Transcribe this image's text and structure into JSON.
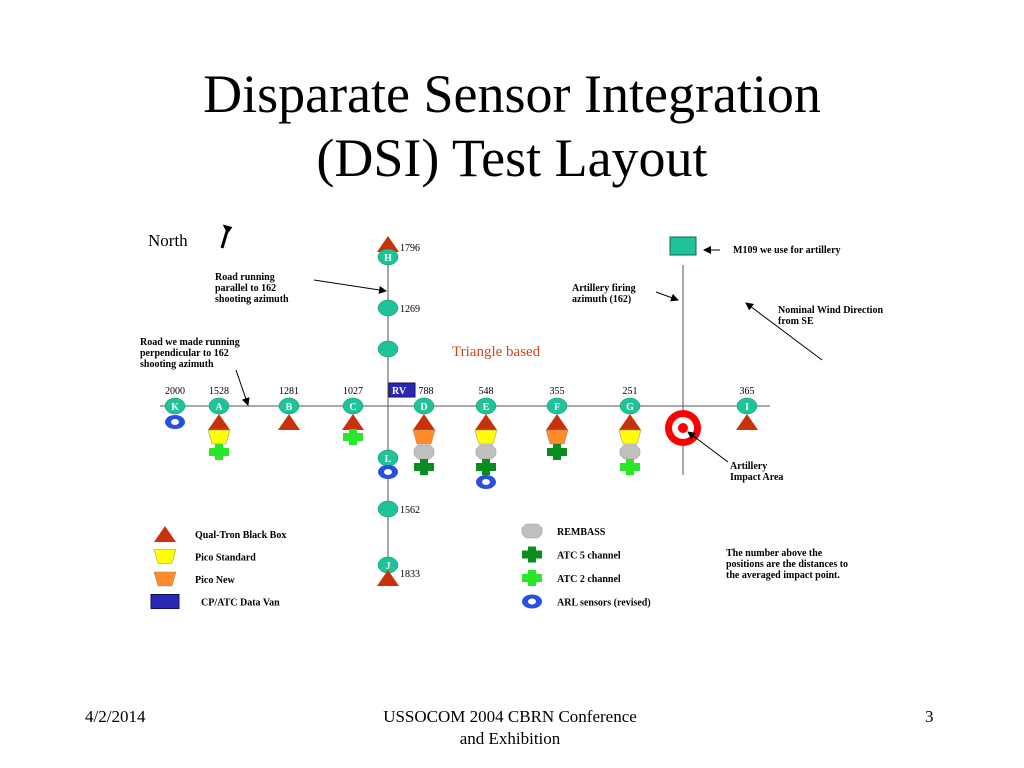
{
  "slide": {
    "title_line1": "Disparate Sensor Integration",
    "title_line2": "(DSI) Test Layout",
    "footer_date": "4/2/2014",
    "footer_center_line1": "USSOCOM 2004 CBRN Conference",
    "footer_center_line2": "and Exhibition",
    "page_number": "3"
  },
  "diagram": {
    "north_label": "North",
    "triangle_based_label": "Triangle based",
    "rv_label": "RV",
    "colors": {
      "station": "#1fc39a",
      "qualtron": "#c8320a",
      "pico_standard": "#ffff00",
      "pico_new": "#ff8c28",
      "rembass": "#c0c0c0",
      "atc5": "#0a8c1e",
      "atc2": "#28e628",
      "arl": "#2850dc",
      "data_van": "#2828b4",
      "impact": "#ff0000",
      "m109": "#1fc39a",
      "triangle_text": "#d2461e"
    },
    "annotations": {
      "road_parallel": [
        "Road running",
        "parallel to 162",
        "shooting azimuth"
      ],
      "road_perpendicular": [
        "Road we made running",
        "perpendicular to 162",
        "shooting azimuth"
      ],
      "artillery_firing": [
        "Artillery firing",
        "azimuth (162)"
      ],
      "m109": "M109 we use for artillery",
      "wind": [
        "Nominal Wind Direction",
        "from SE"
      ],
      "impact_area": [
        "Artillery",
        "Impact Area"
      ],
      "note": [
        "The number above the",
        "positions are the distances to",
        "the averaged impact point."
      ]
    },
    "horizontal_stations": [
      {
        "id": "K",
        "distance": "2000",
        "sensors": [
          "arl"
        ]
      },
      {
        "id": "A",
        "distance": "1528",
        "sensors": [
          "qualtron",
          "pico_standard",
          "atc2"
        ]
      },
      {
        "id": "B",
        "distance": "1281",
        "sensors": [
          "qualtron"
        ]
      },
      {
        "id": "C",
        "distance": "1027",
        "sensors": [
          "qualtron",
          "atc2"
        ]
      },
      {
        "id": "D",
        "distance": "788",
        "sensors": [
          "qualtron",
          "pico_new",
          "rembass",
          "atc5"
        ]
      },
      {
        "id": "E",
        "distance": "548",
        "sensors": [
          "qualtron",
          "pico_standard",
          "rembass",
          "atc5",
          "arl"
        ]
      },
      {
        "id": "F",
        "distance": "355",
        "sensors": [
          "qualtron",
          "pico_new",
          "atc5"
        ]
      },
      {
        "id": "G",
        "distance": "251",
        "sensors": [
          "qualtron",
          "pico_standard",
          "rembass",
          "atc2"
        ]
      },
      {
        "id": "I",
        "distance": "365",
        "sensors": [
          "qualtron"
        ]
      }
    ],
    "vertical_stations": [
      {
        "id": "H",
        "distance": "1796",
        "sensors": [
          "qualtron"
        ]
      },
      {
        "id": "",
        "distance": "1269",
        "sensors": []
      },
      {
        "id": "",
        "distance": "",
        "sensors": []
      },
      {
        "id": "L",
        "distance": "",
        "sensors": [
          "arl"
        ]
      },
      {
        "id": "",
        "distance": "1562",
        "sensors": []
      },
      {
        "id": "J",
        "distance": "1833",
        "sensors": [
          "qualtron"
        ]
      }
    ],
    "legend_left": [
      {
        "key": "qualtron",
        "label": "Qual-Tron Black Box"
      },
      {
        "key": "pico_standard",
        "label": "Pico Standard"
      },
      {
        "key": "pico_new",
        "label": "Pico New"
      },
      {
        "key": "data_van",
        "label": "CP/ATC Data Van"
      }
    ],
    "legend_right": [
      {
        "key": "rembass",
        "label": "REMBASS"
      },
      {
        "key": "atc5",
        "label": "ATC 5 channel"
      },
      {
        "key": "atc2",
        "label": "ATC 2 channel"
      },
      {
        "key": "arl",
        "label": "ARL sensors (revised)"
      }
    ]
  }
}
